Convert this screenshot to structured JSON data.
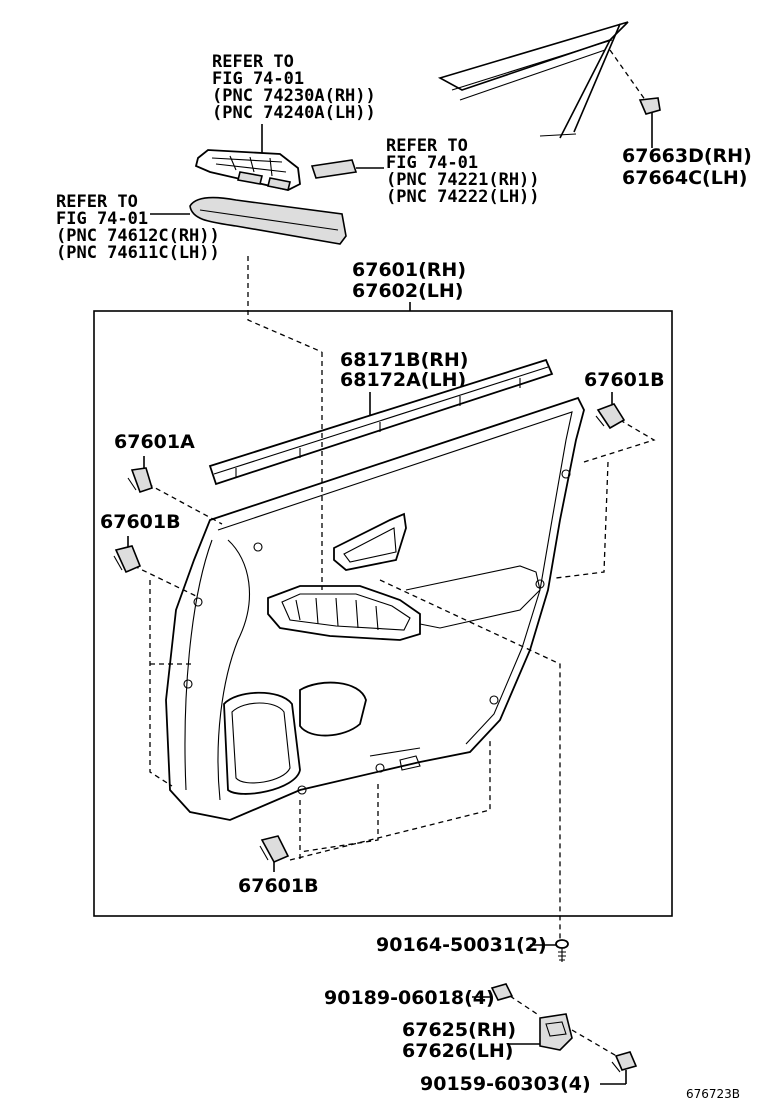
{
  "refs": {
    "switch_base": [
      "REFER TO",
      "FIG 74-01",
      "(PNC 74230A(RH))",
      "(PNC 74240A(LH))"
    ],
    "cover": [
      "REFER TO",
      "FIG 74-01",
      "(PNC 74221(RH))",
      "(PNC 74222(LH))"
    ],
    "armrest": [
      "REFER TO",
      "FIG 74-01",
      "(PNC 74612C(RH))",
      "(PNC 74611C(LH))"
    ]
  },
  "parts": {
    "glass_clip": [
      "67663D(RH)",
      "67664C(LH)"
    ],
    "trim_board": [
      "67601(RH)",
      "67602(LH)"
    ],
    "weatherstrip": [
      "68171B(RH)",
      "68172A(LH)"
    ],
    "clip_top_right": "67601B",
    "clip_a": "67601A",
    "clip_left": "67601B",
    "clip_bottom": "67601B",
    "screw": "90164-50031(2)",
    "nut": "90189-06018(4)",
    "bracket": [
      "67625(RH)",
      "67626(LH)"
    ],
    "clip_small": "90159-60303(4)"
  },
  "figure_code": "676723B"
}
